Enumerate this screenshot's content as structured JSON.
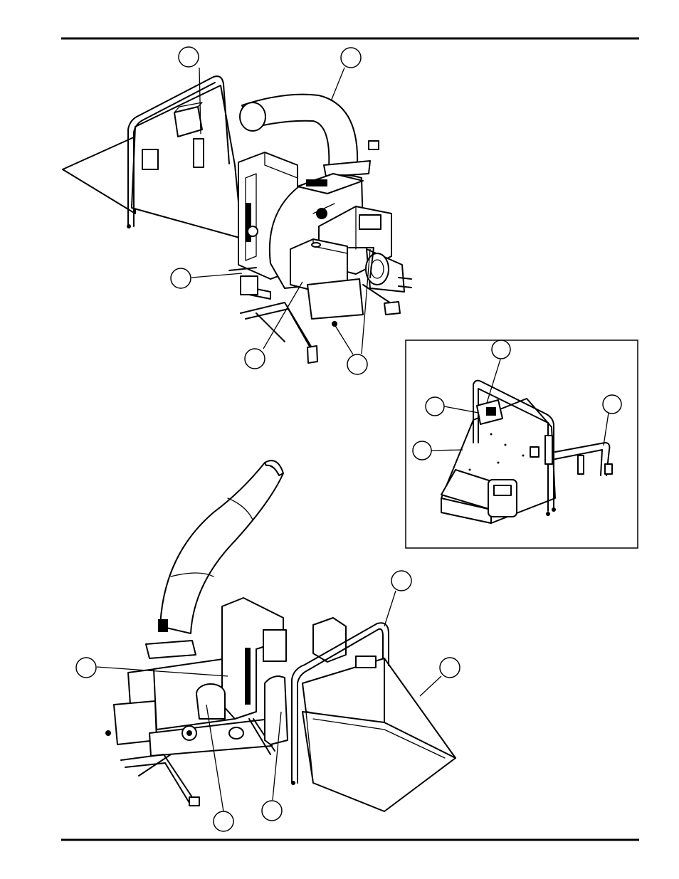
{
  "figure": {
    "views": [
      {
        "name": "top-view",
        "callouts": 5
      },
      {
        "name": "inset-view",
        "callouts": 4
      },
      {
        "name": "bottom-view",
        "callouts": 5
      }
    ]
  }
}
